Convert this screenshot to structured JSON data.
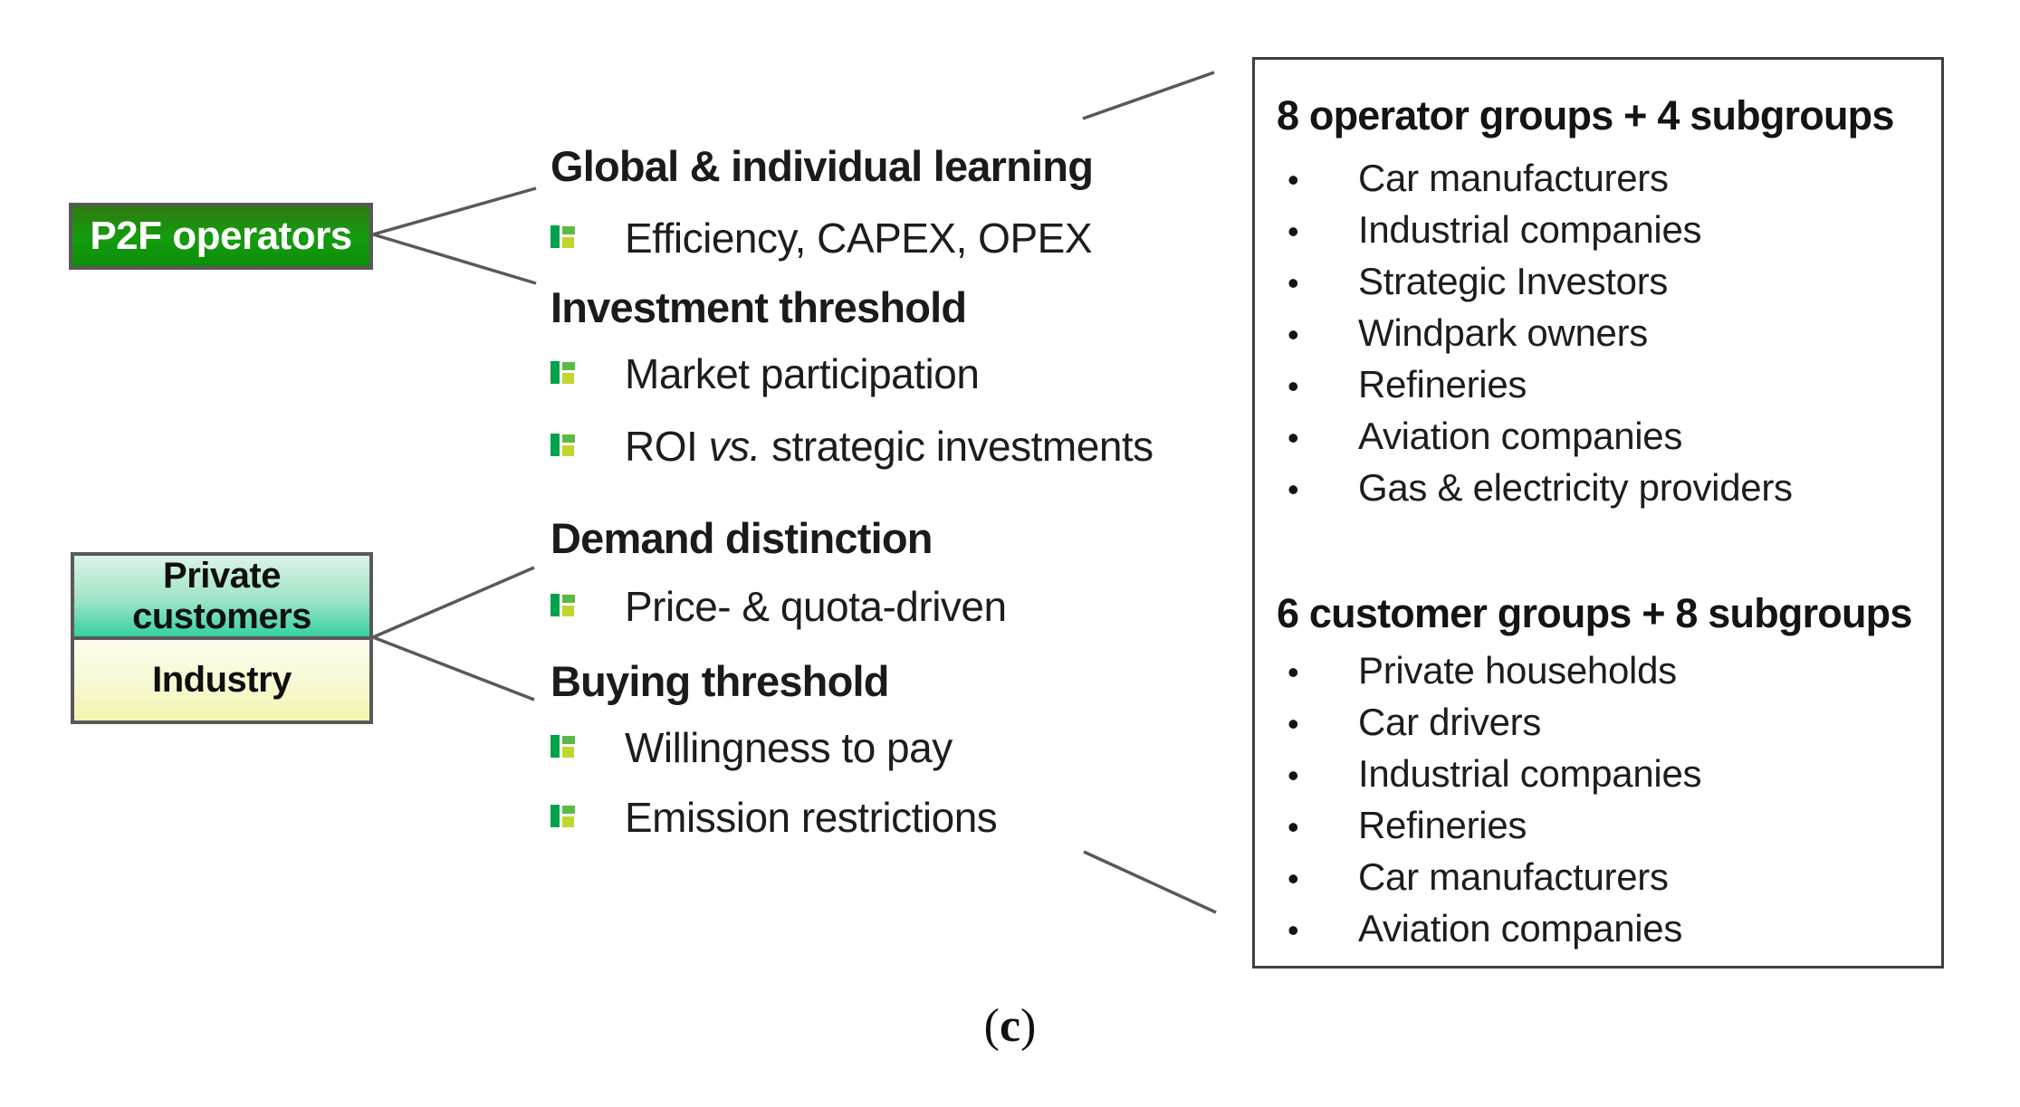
{
  "left_boxes": {
    "operators_label": "P2F operators",
    "customers_label": "Private customers",
    "industry_label": "Industry"
  },
  "middle": {
    "sections": [
      {
        "title": "Global & individual learning",
        "items": [
          {
            "text": "Efficiency, CAPEX, OPEX"
          }
        ]
      },
      {
        "title": "Investment threshold",
        "items": [
          {
            "text": "Market participation"
          },
          {
            "pre": "ROI ",
            "italic": "vs.",
            "post": " strategic investments"
          }
        ]
      },
      {
        "title": "Demand distinction",
        "items": [
          {
            "text": "Price- & quota-driven"
          }
        ]
      },
      {
        "title": "Buying threshold",
        "items": [
          {
            "text": "Willingness to pay"
          },
          {
            "text": "Emission restrictions"
          }
        ]
      }
    ]
  },
  "right_panel": {
    "groups": [
      {
        "heading": "8 operator groups + 4 subgroups",
        "items": [
          "Car manufacturers",
          "Industrial companies",
          "Strategic Investors",
          "Windpark owners",
          "Refineries",
          "Aviation companies",
          "Gas & electricity providers"
        ]
      },
      {
        "heading": "6 customer groups + 8 subgroups",
        "items": [
          "Private households",
          "Car drivers",
          "Industrial companies",
          "Refineries",
          "Car manufacturers",
          "Aviation companies"
        ]
      }
    ]
  },
  "bullet_char": "•",
  "caption": {
    "open": "(",
    "letter": "c",
    "close": ")"
  },
  "icons": {
    "middle_bullet": "green-squares-bullet-icon",
    "list_bullet": "dot-bullet-icon"
  },
  "colors": {
    "operator_box_green": "#149c0e",
    "customer_box_teal": "#35d1a2",
    "industry_box_yellow": "#f2f5ae",
    "box_border_gray": "#595959",
    "connector_gray": "#595959",
    "panel_border": "#404040",
    "icon_dark_green": "#00a14b",
    "icon_mid_green": "#5cb946",
    "icon_yellow_green": "#c1d72f",
    "text_black": "#1d1d1d"
  }
}
